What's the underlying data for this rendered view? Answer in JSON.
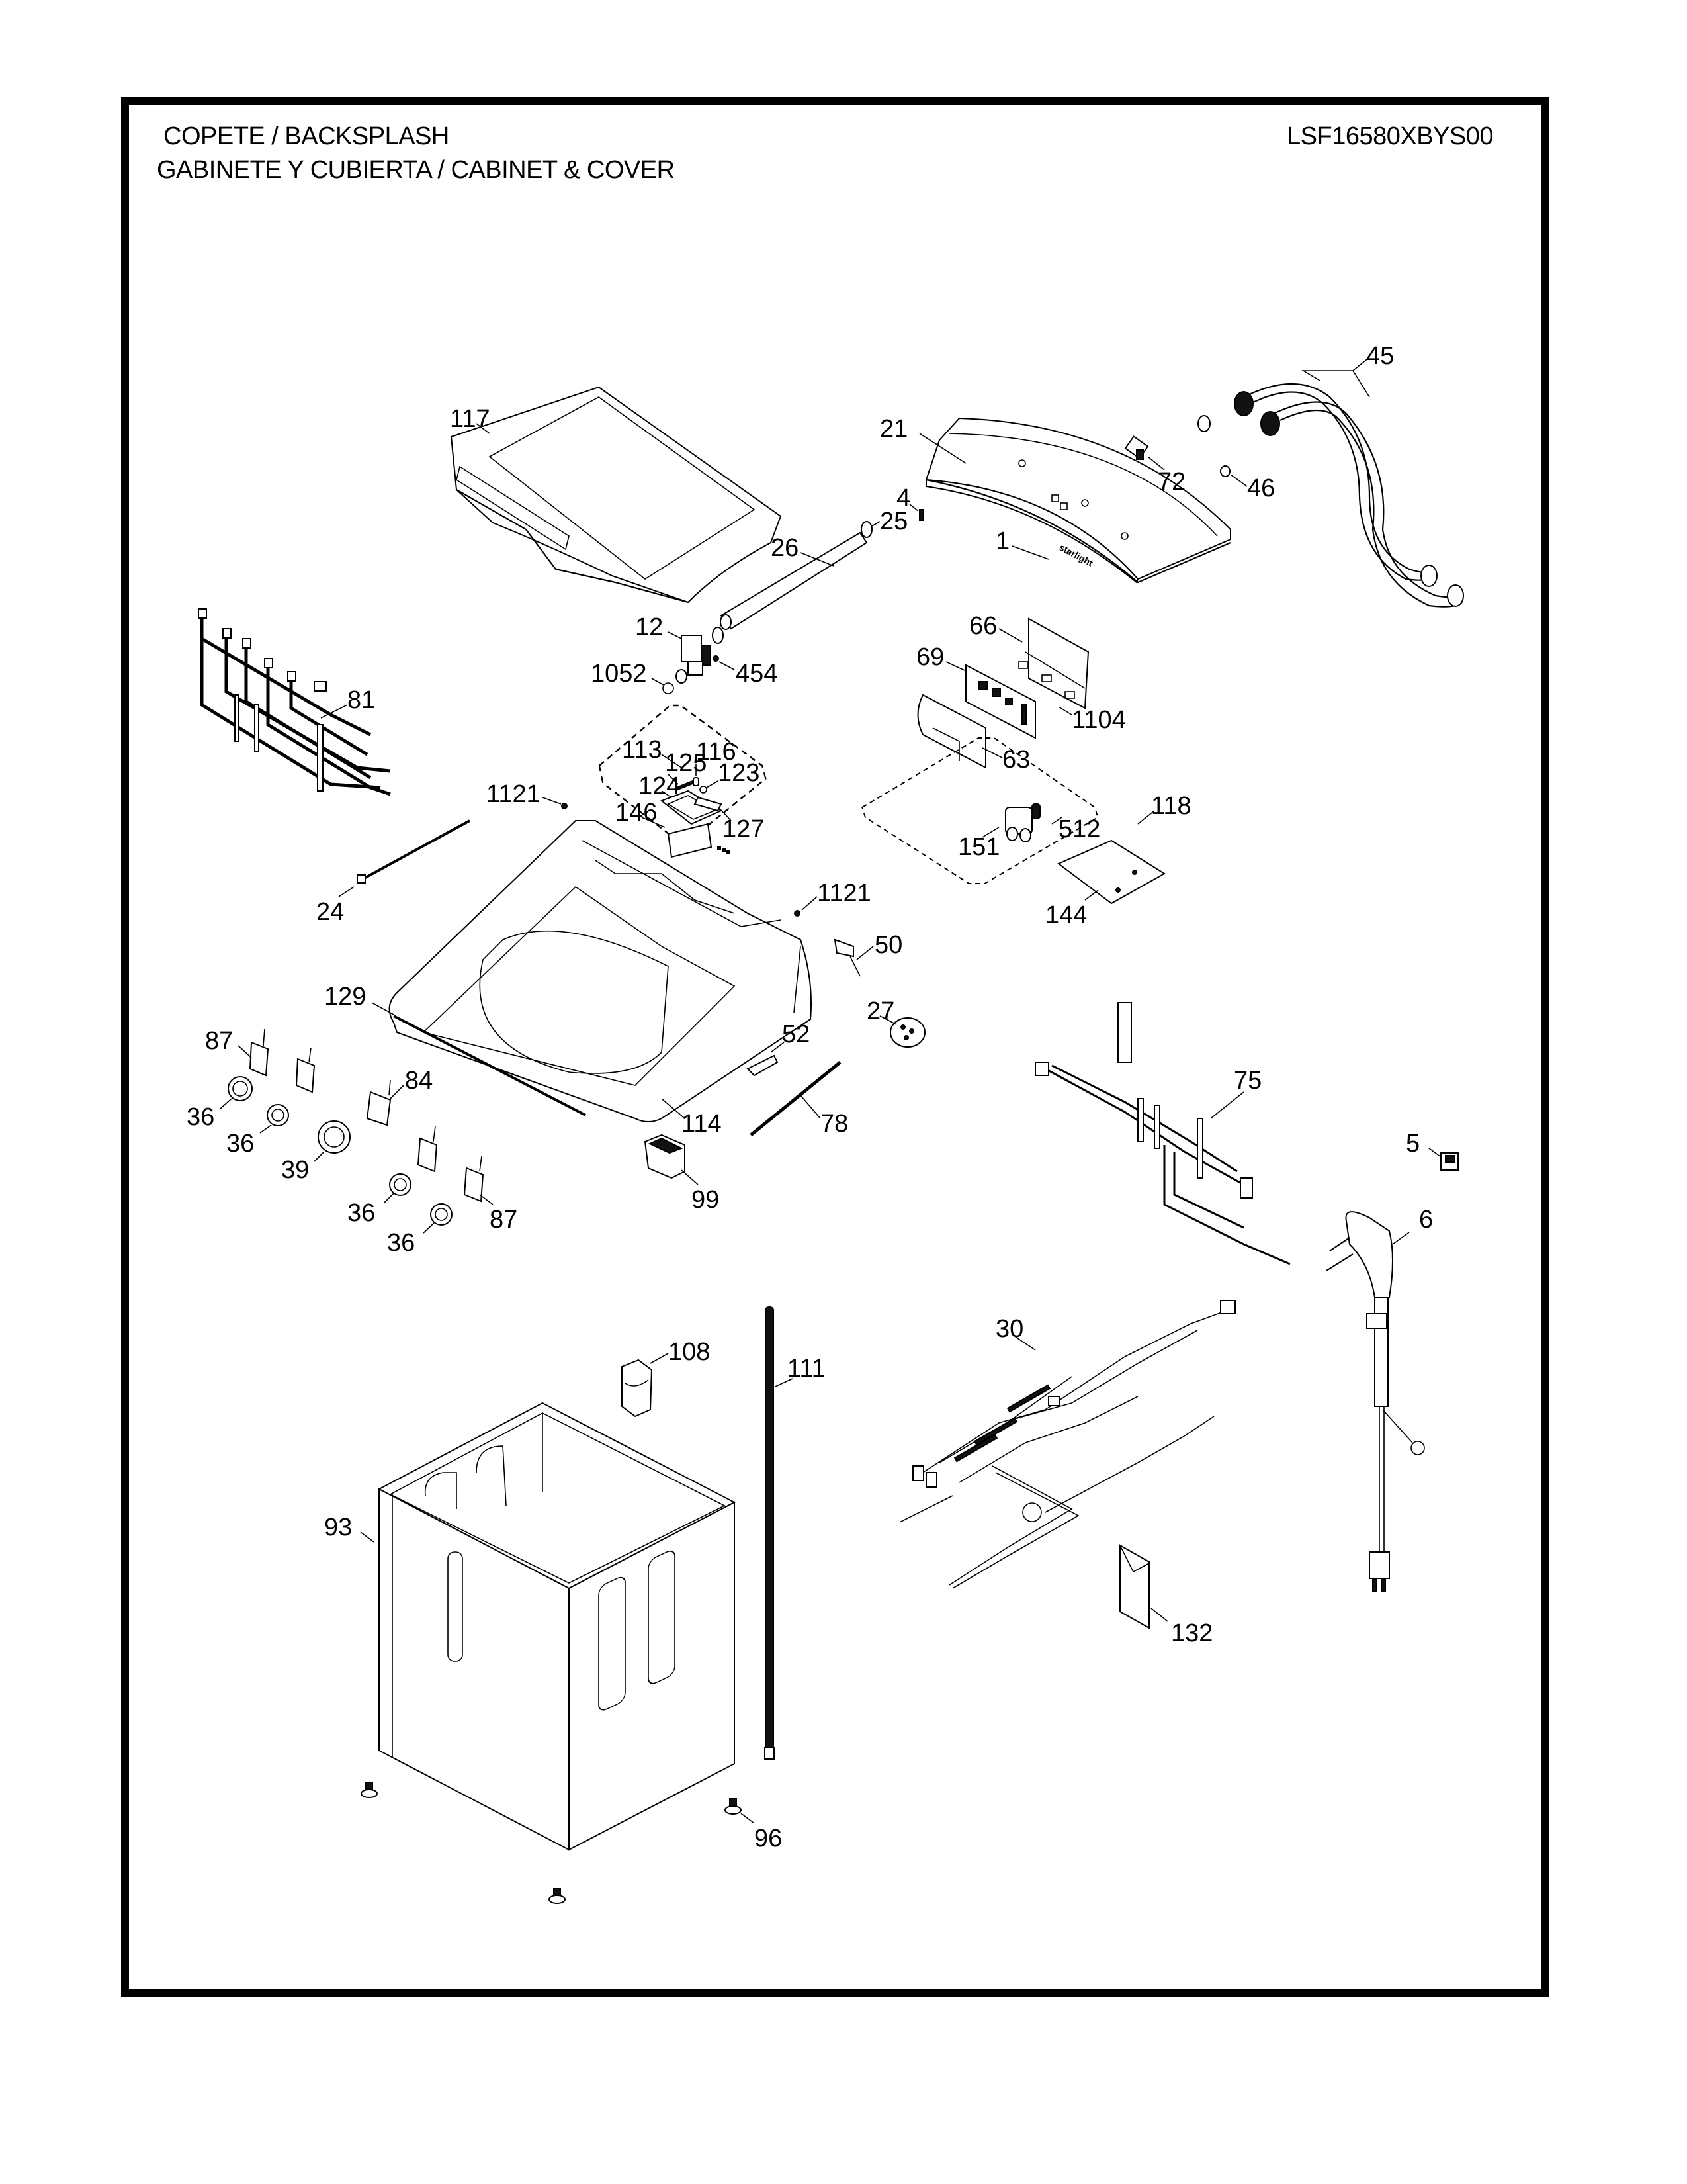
{
  "header": {
    "section_title": "COPETE / BACKSPLASH",
    "subtitle": "GABINETE Y CUBIERTA / CABINET & COVER",
    "model_number": "LSF16580XBYS00"
  },
  "groups": {
    "dispenser_group": "113",
    "valve_group": "118"
  },
  "callouts": {
    "c117": "117",
    "c21": "21",
    "c45": "45",
    "c72": "72",
    "c46": "46",
    "c4": "4",
    "c26": "26",
    "c25": "25",
    "c1": "1",
    "c66": "66",
    "c12": "12",
    "c1052": "1052",
    "c454": "454",
    "c69": "69",
    "c1104": "1104",
    "c81": "81",
    "c63": "63",
    "c113": "113",
    "c125": "125",
    "c116": "116",
    "c123": "123",
    "c1121a": "1121",
    "c124": "124",
    "c118": "118",
    "c146": "146",
    "c127": "127",
    "c151": "151",
    "c512": "512",
    "c144": "144",
    "c1121b": "1121",
    "c24": "24",
    "c50": "50",
    "c129": "129",
    "c27": "27",
    "c87a": "87",
    "c52": "52",
    "c84": "84",
    "c75": "75",
    "c36a": "36",
    "c114": "114",
    "c36b": "36",
    "c78": "78",
    "c39": "39",
    "c5": "5",
    "c99": "99",
    "c6": "6",
    "c36c": "36",
    "c87b": "87",
    "c36d": "36",
    "c108": "108",
    "c30": "30",
    "c111": "111",
    "c93": "93",
    "c132": "132",
    "c96": "96"
  },
  "parts_text": {
    "brand_badge": "starlight"
  }
}
